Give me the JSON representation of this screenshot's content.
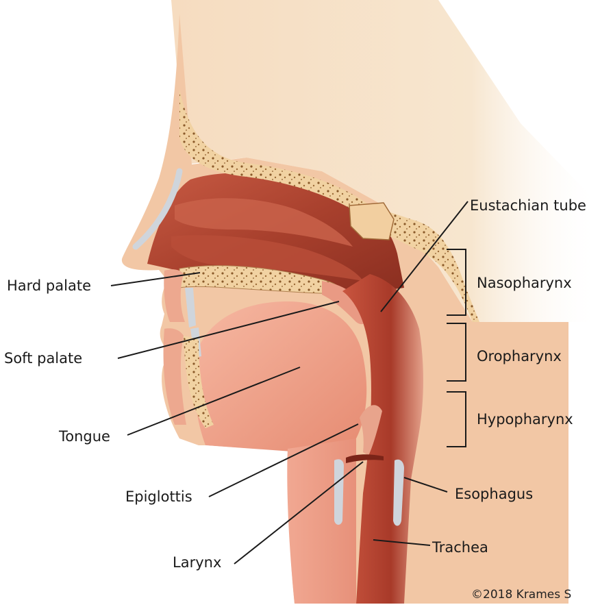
{
  "labels": {
    "hard_palate": "Hard palate",
    "soft_palate": "Soft palate",
    "tongue": "Tongue",
    "epiglottis": "Epiglottis",
    "larynx": "Larynx",
    "eustachian_tube": "Eustachian tube",
    "nasopharynx": "Nasopharynx",
    "oropharynx": "Oropharynx",
    "hypopharynx": "Hypopharynx",
    "esophagus": "Esophagus",
    "trachea": "Trachea"
  },
  "copyright": "©2018 Krames S",
  "colors": {
    "background": "#ffffff",
    "skin": "#f3c9a6",
    "bone": "#f2d4a6",
    "muscle": "#a63d2c",
    "tongue": "#ef9e86",
    "cartilage": "#cfd5dc",
    "line": "#1a1a1a"
  }
}
